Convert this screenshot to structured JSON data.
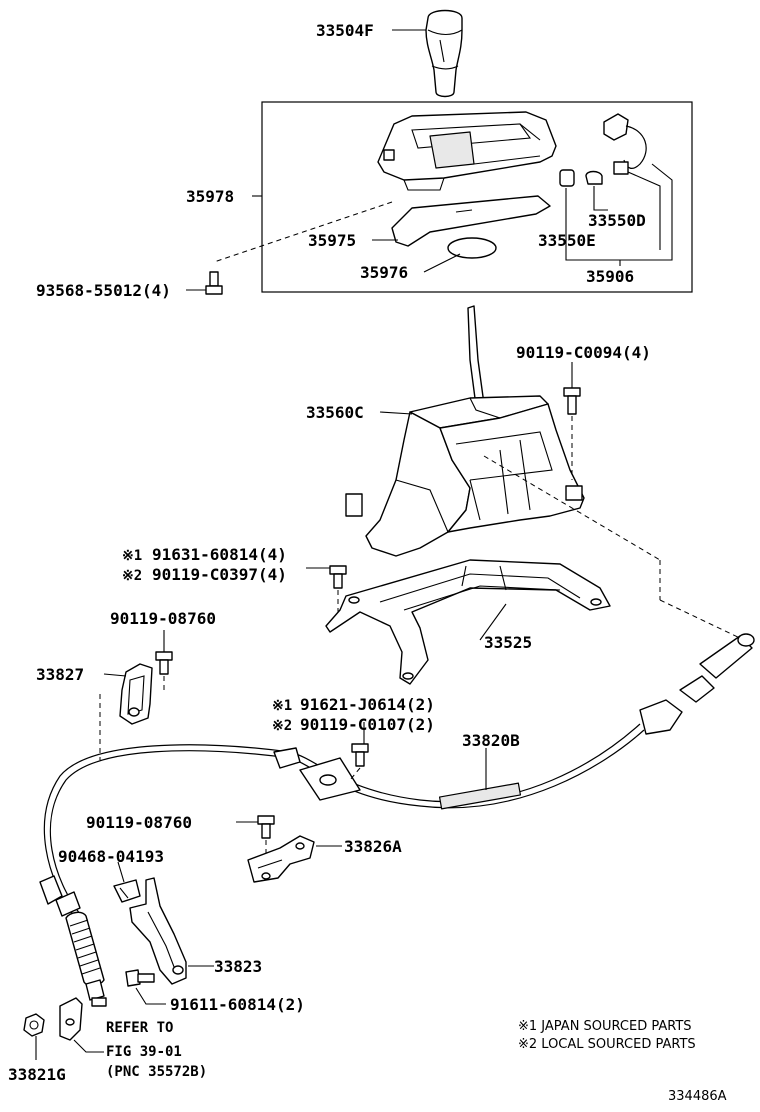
{
  "labels": {
    "knob": "33504F",
    "bezel": "35978",
    "plate": "35975",
    "cover": "35976",
    "socket_d": "33550D",
    "socket_e": "33550E",
    "wire": "35906",
    "screw_top": "93568-55012(4)",
    "bolt_base": "90119-C0094(4)",
    "shift_lever": "33560C",
    "bolt_j1": "91631-60814(4)",
    "bolt_j2": "90119-C0397(4)",
    "bracket_base": "33525",
    "bolt_clip": "90119-08760",
    "clip_bracket": "33827",
    "bolt_mid1": "91621-J0614(2)",
    "bolt_mid2": "90119-C0107(2)",
    "cable": "33820B",
    "bolt_826": "90119-08760",
    "bracket_826": "33826A",
    "clip_468": "90468-04193",
    "bracket_823": "33823",
    "bolt_823": "91611-60814(2)",
    "nut_821": "33821G",
    "refer_line1": "REFER TO",
    "refer_line2": "FIG 39-01",
    "refer_line3": "(PNC 35572B)",
    "mark1": "※1",
    "mark2": "※2",
    "note1": "※1 JAPAN SOURCED PARTS",
    "note2": "※2 LOCAL SOURCED PARTS",
    "diagram_id": "334486A"
  }
}
